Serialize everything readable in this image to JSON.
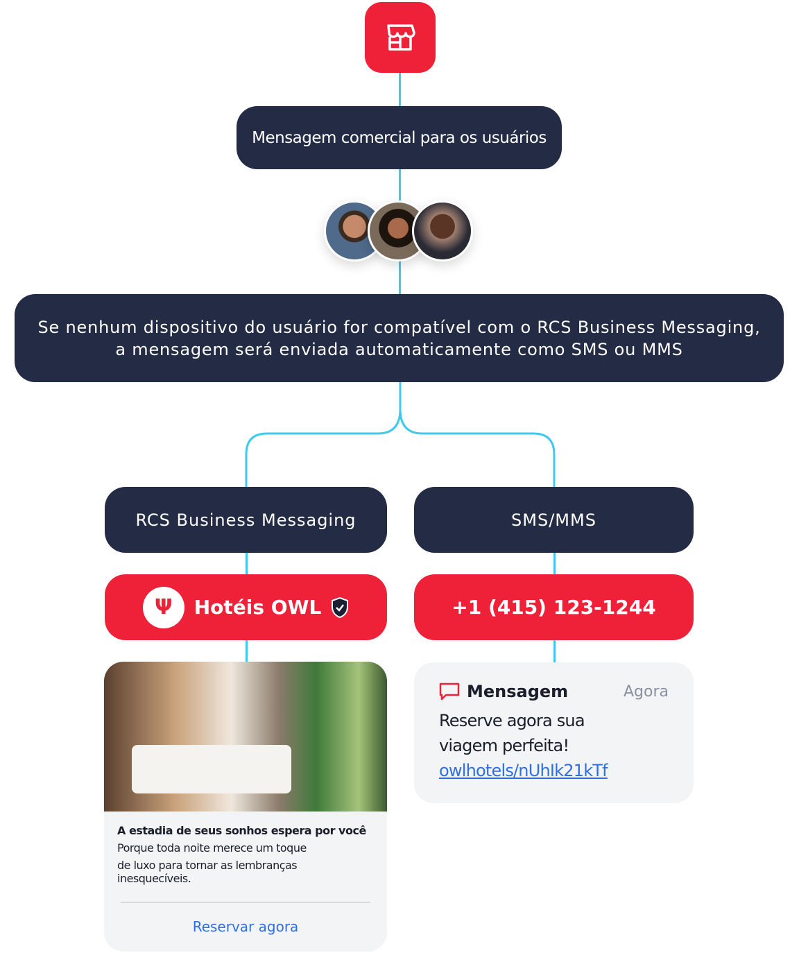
{
  "colors": {
    "navy": "#242b45",
    "red": "#ee2139",
    "connector": "#3fc9f0",
    "card": "#f3f4f6",
    "link": "#2f6fe4"
  },
  "top_icon": "storefront-icon",
  "business_message": "Mensagem comercial para os usuários",
  "fallback_note": {
    "line1": "Se nenhum dispositivo do usuário for compatível com o RCS Business Messaging,",
    "line2": "a mensagem será enviada automaticamente como SMS ou MMS"
  },
  "rcs": {
    "label": "RCS Business Messaging",
    "sender": "Hotéis OWL",
    "verified_icon": "verified-shield-icon",
    "card": {
      "title": "A estadia de seus sonhos espera por você",
      "body_line1": "Porque toda noite merece um toque",
      "body_line2": "de luxo para tornar as lembranças inesquecíveis.",
      "action": "Reservar agora"
    }
  },
  "sms": {
    "label": "SMS/MMS",
    "sender": "+1 (415) 123-1244",
    "message": {
      "title": "Mensagem",
      "time": "Agora",
      "line1": "Reserve agora sua",
      "line2": "viagem perfeita!",
      "link": "owlhotels/nUhIk21kTf"
    }
  }
}
